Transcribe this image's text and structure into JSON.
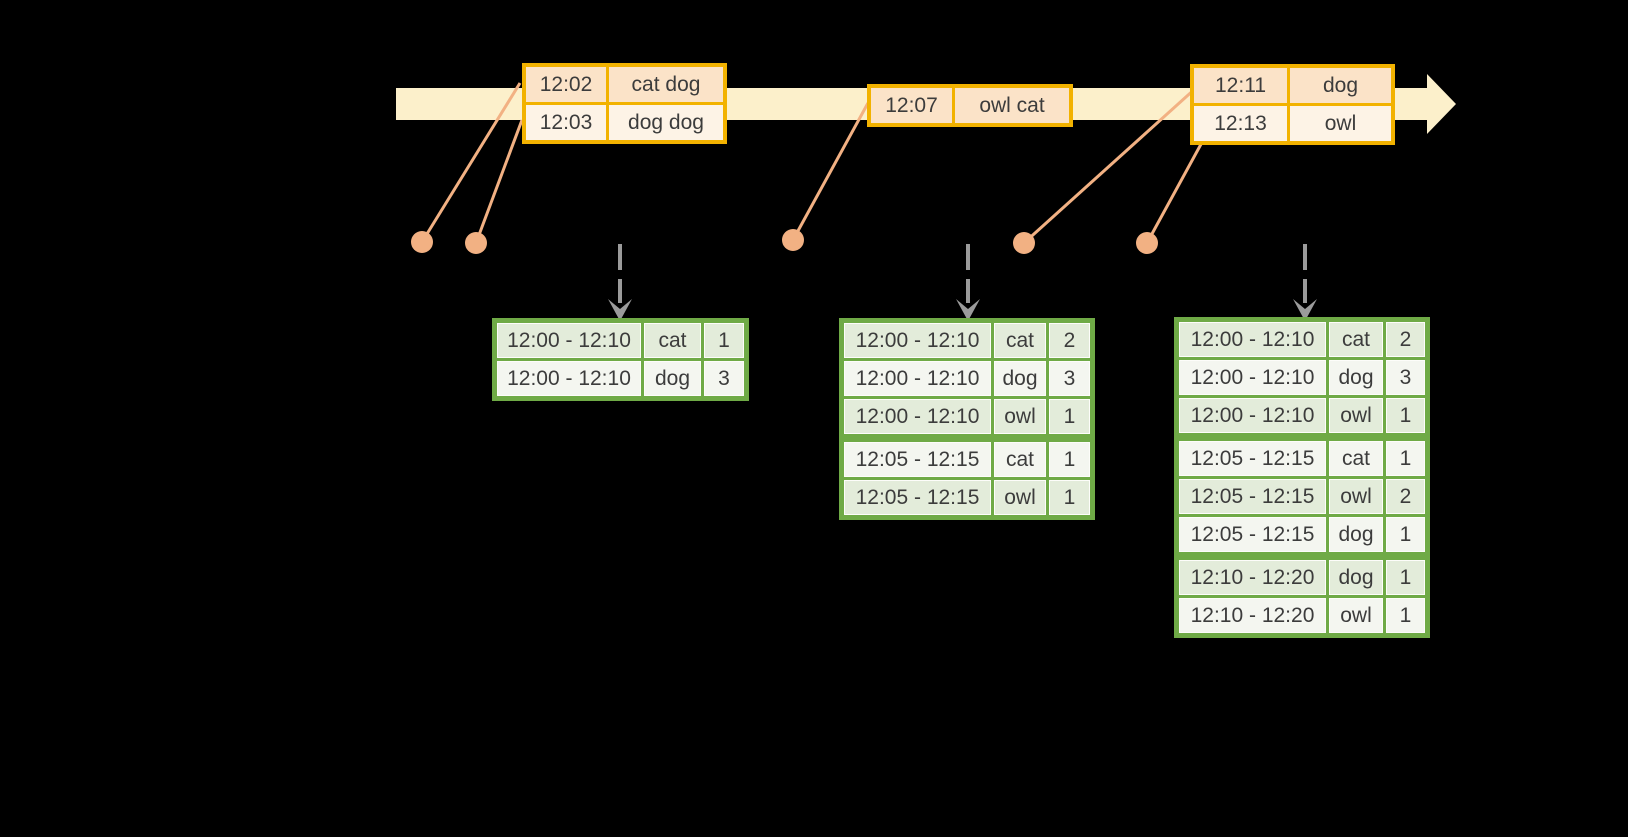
{
  "colors": {
    "background": "#000000",
    "band": "#fcf0cb",
    "gold": "#f2b200",
    "peach_dark": "#fbe3c8",
    "peach_light": "#fdf3e6",
    "green": "#6faa46",
    "green_dark": "#e3ecda",
    "green_light": "#f4f6f0",
    "orange_dot": "#f2b183",
    "gray_arrow": "#9b9b9b",
    "text": "#3c3c3c"
  },
  "event_tables": [
    {
      "name": "events-batch-1",
      "rows": [
        {
          "cells": [
            "12:02",
            "cat dog"
          ],
          "group": 0
        },
        {
          "cells": [
            "12:03",
            "dog dog"
          ],
          "group": 0
        }
      ]
    },
    {
      "name": "events-batch-2",
      "rows": [
        {
          "cells": [
            "12:07",
            "owl cat"
          ],
          "group": 0
        }
      ]
    },
    {
      "name": "events-batch-3",
      "rows": [
        {
          "cells": [
            "12:11",
            "dog"
          ],
          "group": 0
        },
        {
          "cells": [
            "12:13",
            "owl"
          ],
          "group": 0
        }
      ]
    }
  ],
  "result_tables": [
    {
      "name": "windowed-counts-1",
      "rows": [
        {
          "cells": [
            "12:00 - 12:10",
            "cat",
            "1"
          ],
          "group": 0
        },
        {
          "cells": [
            "12:00 - 12:10",
            "dog",
            "3"
          ],
          "group": 0
        }
      ]
    },
    {
      "name": "windowed-counts-2",
      "rows": [
        {
          "cells": [
            "12:00 - 12:10",
            "cat",
            "2"
          ],
          "group": 0
        },
        {
          "cells": [
            "12:00 - 12:10",
            "dog",
            "3"
          ],
          "group": 0
        },
        {
          "cells": [
            "12:00 - 12:10",
            "owl",
            "1"
          ],
          "group": 0
        },
        {
          "cells": [
            "12:05 - 12:15",
            "cat",
            "1"
          ],
          "group": 1
        },
        {
          "cells": [
            "12:05 - 12:15",
            "owl",
            "1"
          ],
          "group": 1
        }
      ]
    },
    {
      "name": "windowed-counts-3",
      "rows": [
        {
          "cells": [
            "12:00 - 12:10",
            "cat",
            "2"
          ],
          "group": 0
        },
        {
          "cells": [
            "12:00 - 12:10",
            "dog",
            "3"
          ],
          "group": 0
        },
        {
          "cells": [
            "12:00 - 12:10",
            "owl",
            "1"
          ],
          "group": 0
        },
        {
          "cells": [
            "12:05 - 12:15",
            "cat",
            "1"
          ],
          "group": 1
        },
        {
          "cells": [
            "12:05 - 12:15",
            "owl",
            "2"
          ],
          "group": 1
        },
        {
          "cells": [
            "12:05 - 12:15",
            "dog",
            "1"
          ],
          "group": 1
        },
        {
          "cells": [
            "12:10 - 12:20",
            "dog",
            "1"
          ],
          "group": 2
        },
        {
          "cells": [
            "12:10 - 12:20",
            "owl",
            "1"
          ],
          "group": 2
        }
      ]
    }
  ]
}
